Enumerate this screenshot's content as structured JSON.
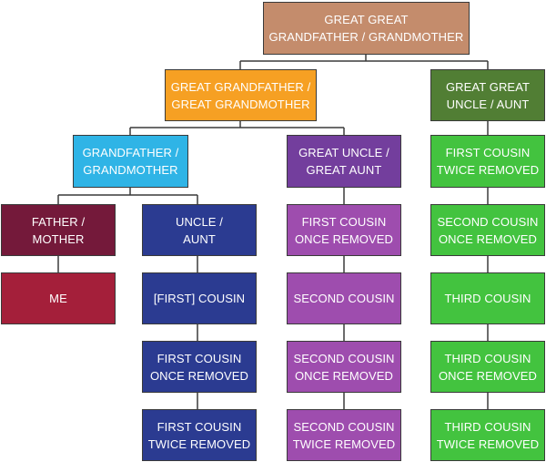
{
  "colors": {
    "great_great": "#c48c6c",
    "great_grand": "#f6a023",
    "great_great_uncle": "#517e34",
    "grand": "#2fb4e6",
    "great_uncle": "#733e9d",
    "father": "#74193a",
    "uncle_column": "#2b3b91",
    "purple_column": "#9e4dae",
    "green_column": "#43c33f",
    "me": "#a41f3a",
    "line": "#3a3a3a"
  },
  "nodes": {
    "great_great": "GREAT GREAT\nGRANDFATHER / GRANDMOTHER",
    "great_grand": "GREAT GRANDFATHER /\nGREAT GRANDMOTHER",
    "great_great_uncle": "GREAT GREAT\nUNCLE / AUNT",
    "grand": "GRANDFATHER /\nGRANDMOTHER",
    "great_uncle": "GREAT UNCLE /\nGREAT AUNT",
    "first_cousin_twice_removed_g": "FIRST COUSIN\nTWICE REMOVED",
    "father": "FATHER /\nMOTHER",
    "uncle": "UNCLE /\nAUNT",
    "first_cousin_once_removed_p": "FIRST COUSIN\nONCE REMOVED",
    "second_cousin_once_removed_g": "SECOND COUSIN\nONCE REMOVED",
    "me": "ME",
    "first_cousin": "[FIRST] COUSIN",
    "second_cousin": "SECOND COUSIN",
    "third_cousin": "THIRD COUSIN",
    "first_cousin_once_removed_b": "FIRST COUSIN\nONCE REMOVED",
    "second_cousin_once_removed_p": "SECOND COUSIN\nONCE REMOVED",
    "third_cousin_once_removed": "THIRD COUSIN\nONCE REMOVED",
    "first_cousin_twice_removed_b": "FIRST COUSIN\nTWICE REMOVED",
    "second_cousin_twice_removed": "SECOND COUSIN\nTWICE REMOVED",
    "third_cousin_twice_removed": "THIRD COUSIN\nTWICE REMOVED"
  }
}
